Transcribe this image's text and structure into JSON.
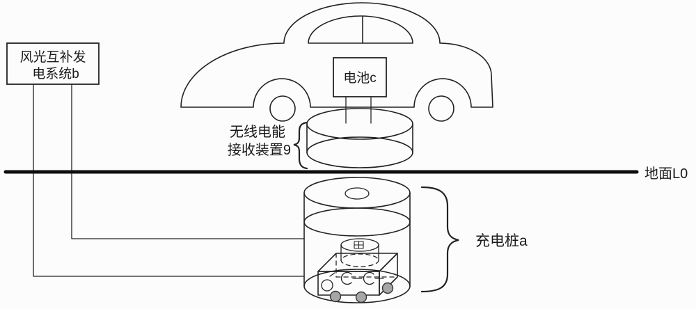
{
  "diagram": {
    "power_box": {
      "line1": "风光互补发",
      "line2": "电系统b"
    },
    "battery": {
      "label": "电池c"
    },
    "receiver": {
      "line1": "无线电能",
      "line2": "接收装置9"
    },
    "ground": {
      "label": "地面L0"
    },
    "pile": {
      "label": "充电桩a"
    },
    "colors": {
      "line": "#222222",
      "ground_line": "#0d0d0d",
      "dot_fill": "#a6a6a6",
      "background": "#fcfcfc"
    }
  }
}
